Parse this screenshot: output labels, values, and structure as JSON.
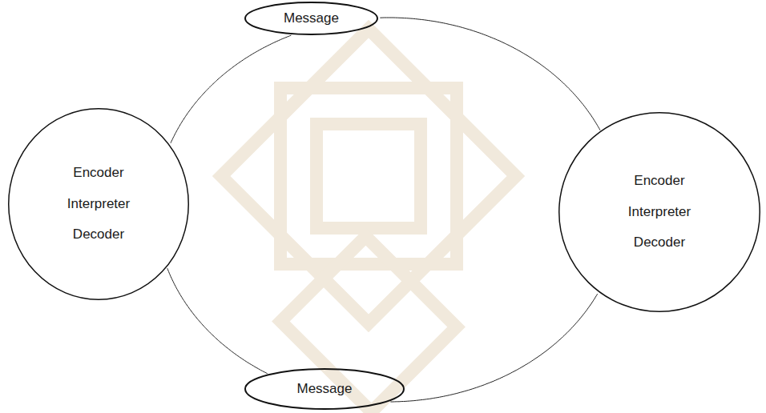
{
  "diagram": {
    "nodes": [
      {
        "text": [
          "Message"
        ]
      },
      {
        "text": [
          "Encoder",
          "Interpreter",
          "Decoder"
        ]
      },
      {
        "text": [
          "Encoder",
          "Interpreter",
          "Decoder"
        ]
      },
      {
        "text": [
          "Message"
        ]
      }
    ],
    "edges": [
      {
        "from": 0,
        "to": 1,
        "arrow": "none"
      },
      {
        "from": 0,
        "to": 2,
        "arrow": "none"
      },
      {
        "from": 1,
        "to": 3,
        "arrow": "none"
      },
      {
        "from": 2,
        "to": 3,
        "arrow": "none"
      }
    ]
  }
}
